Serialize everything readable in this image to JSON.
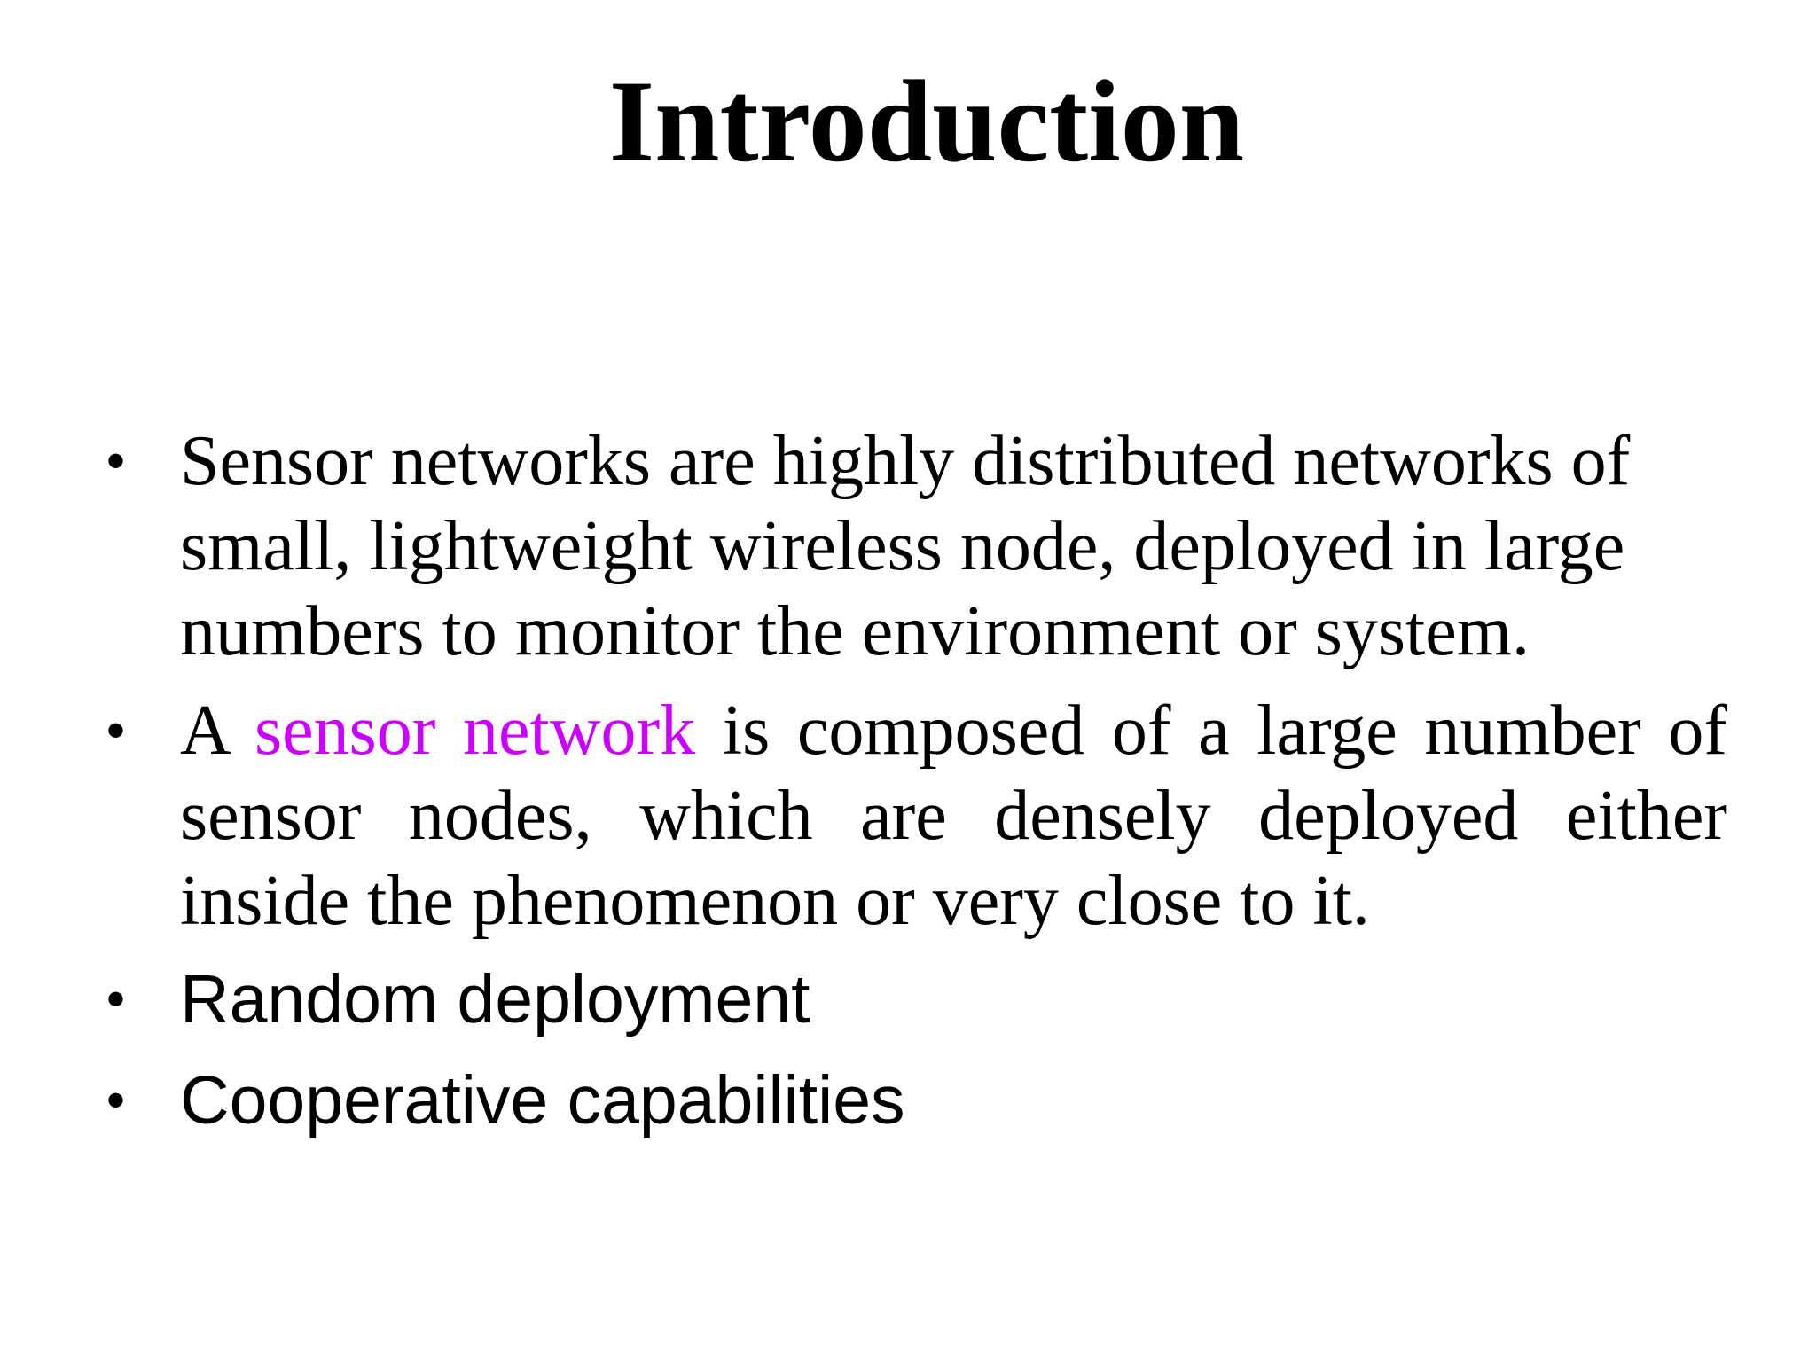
{
  "slide": {
    "title": "Introduction",
    "highlight_color": "#cc00ff",
    "bullets": {
      "item1": {
        "text": "Sensor networks are highly distributed networks of small, lightweight wireless node, deployed in large numbers to monitor the environment or system."
      },
      "item2": {
        "prefix": "A ",
        "highlight": "sensor network",
        "suffix": " is composed of a large number of sensor nodes, which are densely deployed either inside the phenomenon or very close to it."
      },
      "item3": {
        "text": "Random deployment"
      },
      "item4": {
        "text": "Cooperative capabilities"
      }
    },
    "bullet_symbol": "•"
  }
}
